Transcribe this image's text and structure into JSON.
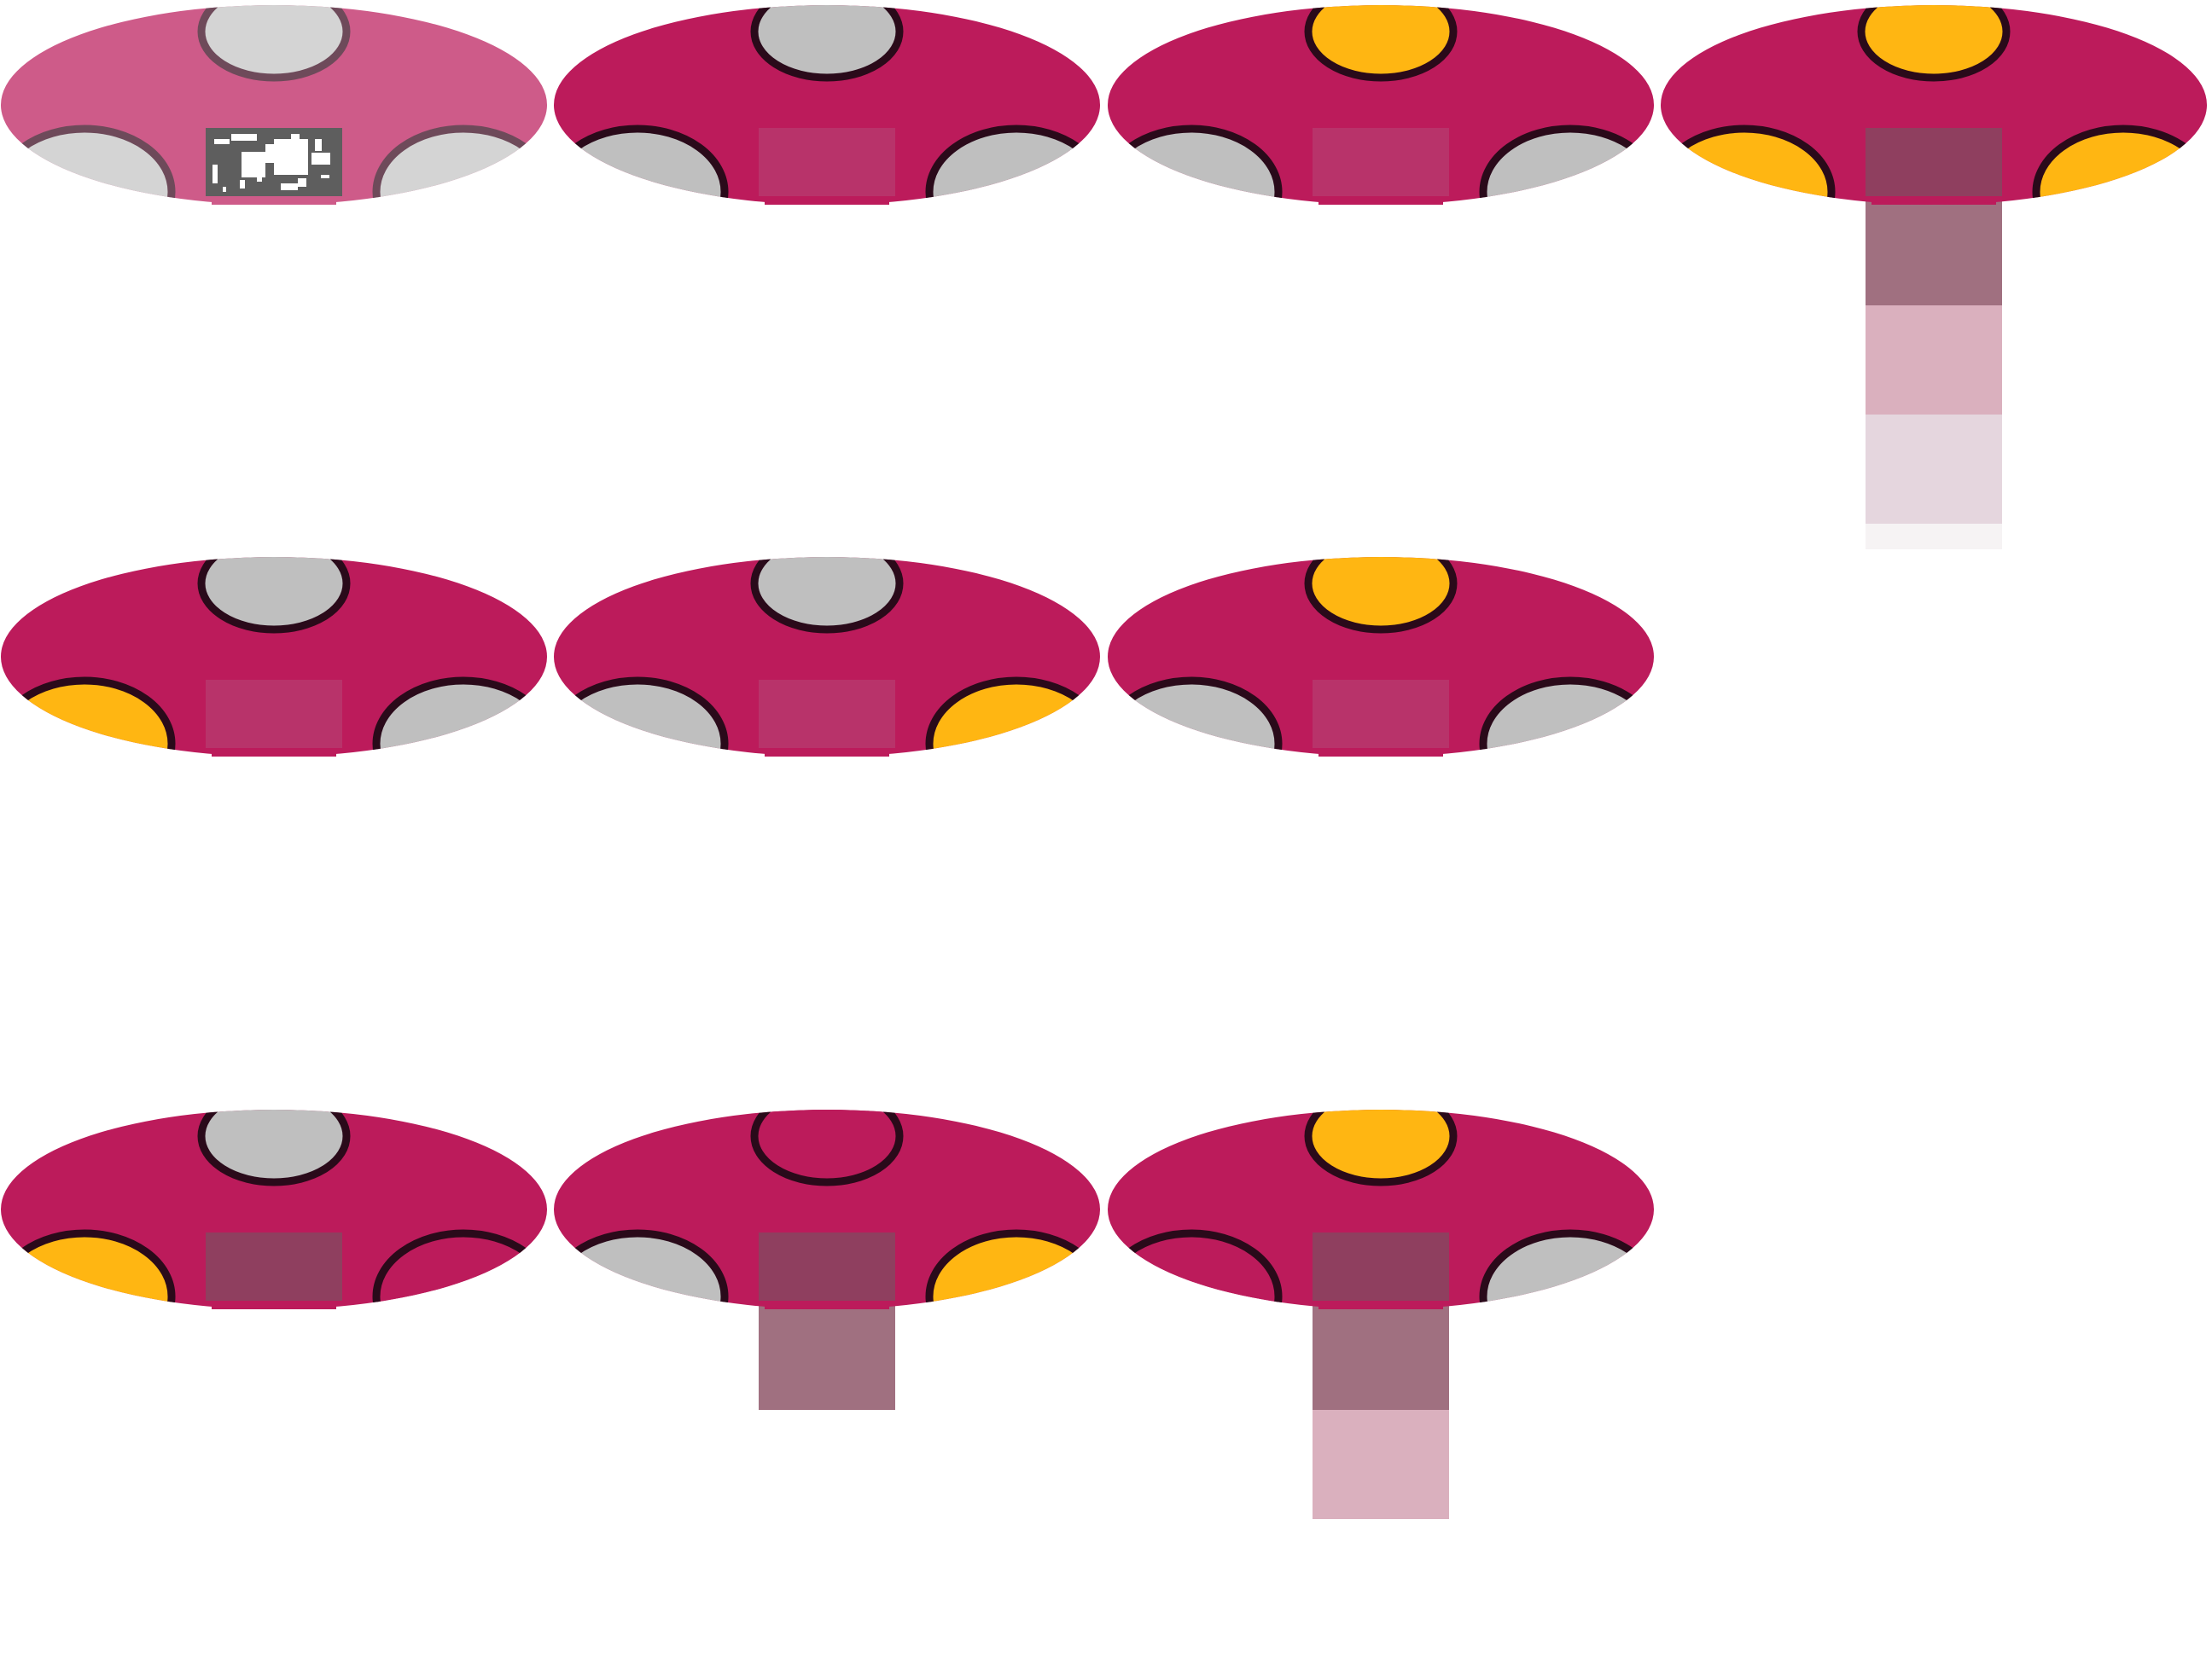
{
  "sprite_sheet": {
    "background_color": "#ffffff",
    "colors": {
      "cap": "#bc1b5b",
      "cap_faded": "#ce5b89",
      "outline": "#2a0a1a",
      "outline_faded": "#6e4a5a",
      "light_off": "#bfbfbf",
      "light_off_faded": "#d4d4d4",
      "light_on": "#ffb612",
      "panel": "#b8336a",
      "panel_dark": "#8f3f5f",
      "panel_glitched": "#5e5e5e",
      "beam_1": "#a07080",
      "beam_2": "#dab0be",
      "beam_3": "#e5d6de",
      "beam_4": "#f6f3f4"
    },
    "frames": [
      {
        "name": "frame-1",
        "faded": true,
        "lights": [
          "off",
          "off",
          "off"
        ],
        "center_light": "off",
        "panel": "glitched",
        "beam_segments": 0
      },
      {
        "name": "frame-2",
        "faded": false,
        "lights": [
          "off",
          "off",
          "off"
        ],
        "center_light": "off",
        "panel": "normal",
        "beam_segments": 0
      },
      {
        "name": "frame-3",
        "faded": false,
        "lights": [
          "off",
          "on",
          "off"
        ],
        "center_light": "off",
        "panel": "normal",
        "beam_segments": 0
      },
      {
        "name": "frame-4",
        "faded": false,
        "lights": [
          "on",
          "on",
          "on"
        ],
        "center_light": "off",
        "panel": "dark",
        "beam_segments": 4
      },
      {
        "name": "frame-5",
        "faded": false,
        "lights": [
          "on",
          "off",
          "off"
        ],
        "center_light": "off",
        "panel": "normal",
        "beam_segments": 0
      },
      {
        "name": "frame-6",
        "faded": false,
        "lights": [
          "off",
          "off",
          "on"
        ],
        "center_light": "off",
        "panel": "normal",
        "beam_segments": 0
      },
      {
        "name": "frame-7",
        "faded": false,
        "lights": [
          "off",
          "on",
          "off"
        ],
        "center_light": "off",
        "panel": "normal",
        "beam_segments": 0
      },
      {
        "name": "frame-8",
        "faded": false,
        "lights": [
          "on",
          "off",
          "cap"
        ],
        "center_light": "off",
        "panel": "dark",
        "beam_segments": 0
      },
      {
        "name": "frame-9",
        "faded": false,
        "lights": [
          "off",
          "cap",
          "on"
        ],
        "center_light": "off",
        "panel": "dark",
        "beam_segments": 1
      },
      {
        "name": "frame-10",
        "faded": false,
        "lights": [
          "cap",
          "on",
          "off"
        ],
        "center_light": "off",
        "panel": "dark",
        "beam_segments": 2
      }
    ]
  }
}
